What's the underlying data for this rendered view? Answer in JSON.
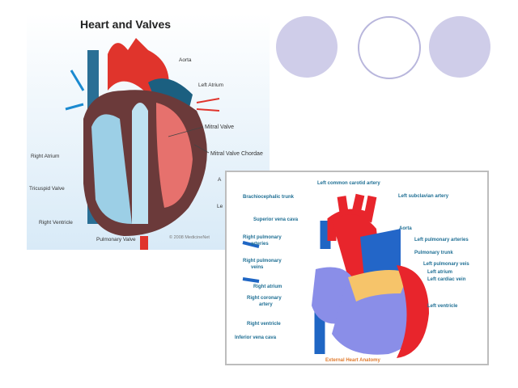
{
  "slide": {
    "decor_colors": [
      "#cfcde9",
      "#ffffff",
      "#cfcde9"
    ]
  },
  "left_image": {
    "title": "Heart and Valves",
    "labels": {
      "aorta": "Aorta",
      "left_atrium": "Left Atrium",
      "mitral_valve": "Mitral Valve",
      "mitral_chordae": "Mitral Valve Chordae",
      "right_atrium": "Right Atrium",
      "tricuspid": "Tricuspid Valve",
      "right_ventricle": "Right Ventricle",
      "pulmonary_valve": "Pulmonary Valve",
      "aortic_partial": "A",
      "left_ventricle_partial": "Le"
    },
    "copyright": "© 2008 MedicineNet"
  },
  "right_image": {
    "caption": "External Heart Anatomy",
    "labels": {
      "lcca": "Left common carotid artery",
      "brachio": "Brachiocephalic trunk",
      "lsub": "Left subclavian artery",
      "svc": "Superior vena cava",
      "aorta": "Aorta",
      "rpa1": "Right pulmonary",
      "rpa2": "arteries",
      "lpa": "Left pulmonary arteries",
      "ptrunk": "Pulmonary trunk",
      "rpv1": "Right pulmonary",
      "rpv2": "veins",
      "lpv": "Left pulmonary veis",
      "latrium": "Left atrium",
      "lcv": "Left cardiac vein",
      "ratrium": "Right atrium",
      "rca1": "Right coronary",
      "rca2": "artery",
      "lv": "Left ventricle",
      "rv": "Right ventricle",
      "ivc": "Inferior vena cava"
    }
  }
}
